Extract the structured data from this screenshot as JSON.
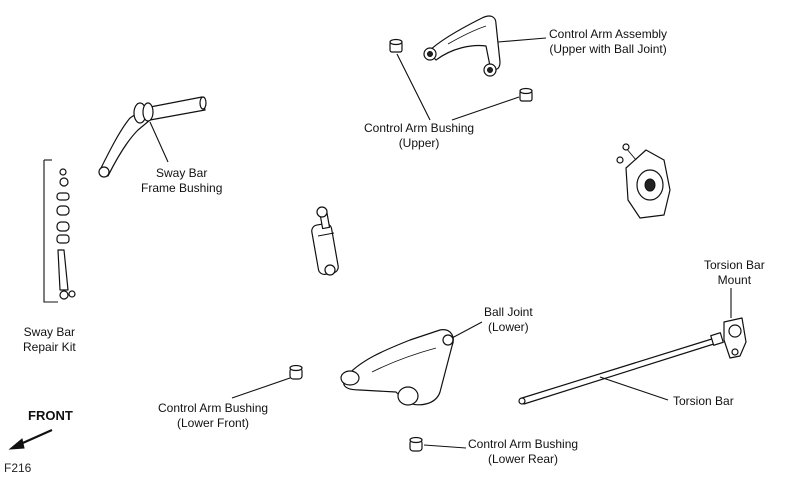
{
  "labels": {
    "control_arm_assembly": [
      "Control Arm Assembly",
      "(Upper with Ball Joint)"
    ],
    "control_arm_bushing_upper": [
      "Control Arm Bushing",
      "(Upper)"
    ],
    "sway_bar_frame_bushing": [
      "Sway Bar",
      "Frame Bushing"
    ],
    "sway_bar_repair_kit": [
      "Sway Bar",
      "Repair Kit"
    ],
    "torsion_bar_mount": [
      "Torsion Bar",
      "Mount"
    ],
    "ball_joint_lower": [
      "Ball Joint",
      "(Lower)"
    ],
    "control_arm_bushing_lower_front": [
      "Control Arm Bushing",
      "(Lower Front)"
    ],
    "torsion_bar": [
      "Torsion Bar"
    ],
    "control_arm_bushing_lower_rear": [
      "Control Arm Bushing",
      "(Lower Rear)"
    ]
  },
  "front_label": "FRONT",
  "figure_code": "F216"
}
